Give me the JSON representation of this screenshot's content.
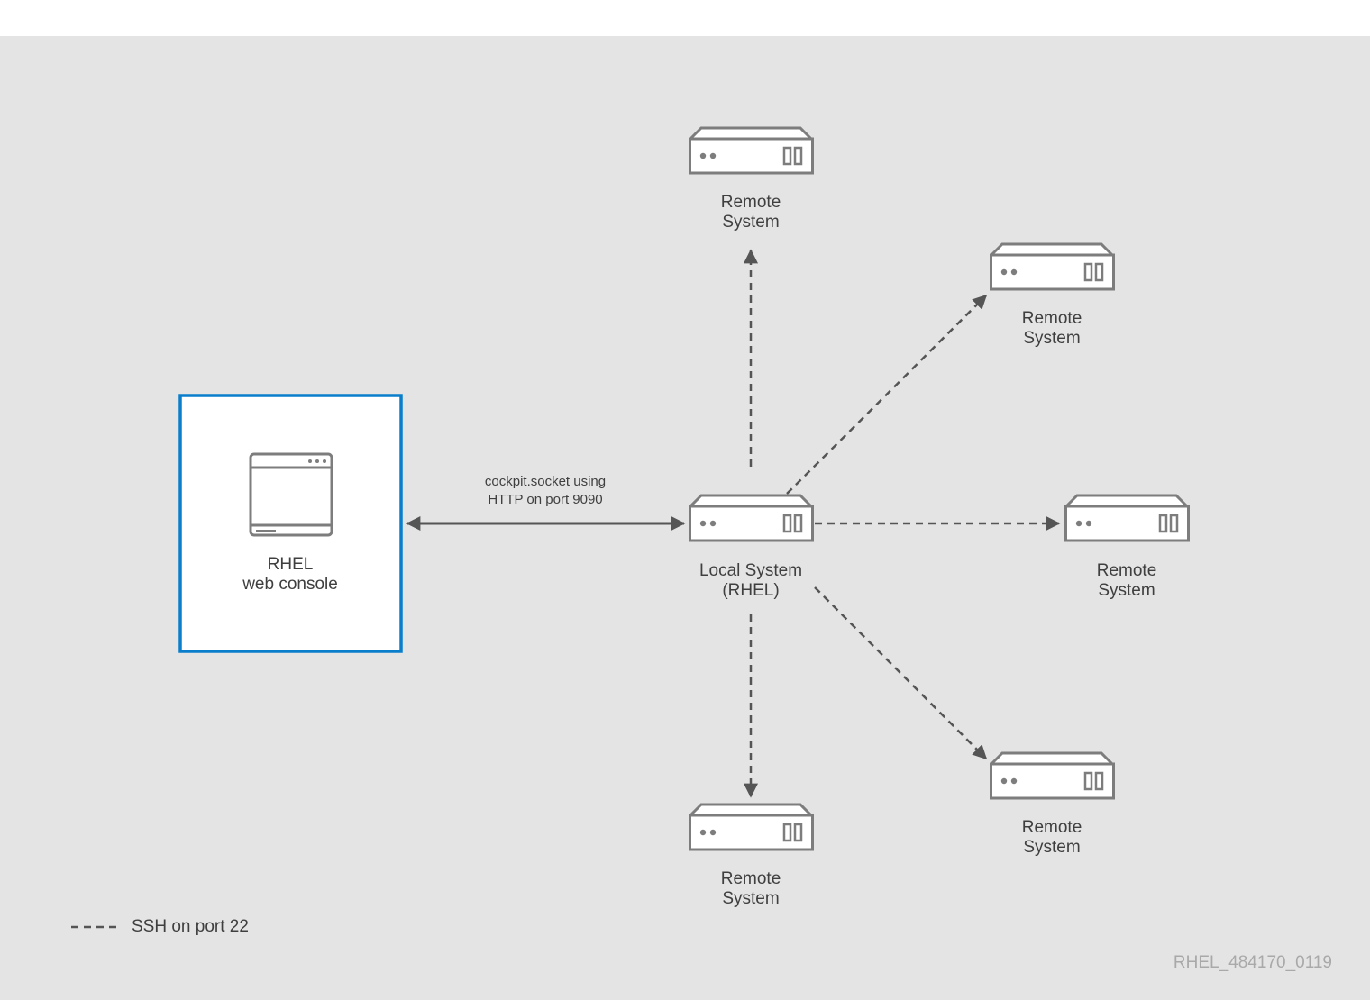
{
  "console": {
    "line1": "RHEL",
    "line2": "web console"
  },
  "connection": {
    "line1": "cockpit.socket using",
    "line2": "HTTP on port 9090"
  },
  "local": {
    "line1": "Local System",
    "line2": "(RHEL)"
  },
  "remotes": [
    {
      "line1": "Remote",
      "line2": "System"
    },
    {
      "line1": "Remote",
      "line2": "System"
    },
    {
      "line1": "Remote",
      "line2": "System"
    },
    {
      "line1": "Remote",
      "line2": "System"
    },
    {
      "line1": "Remote",
      "line2": "System"
    }
  ],
  "legend": {
    "label": "SSH on port 22"
  },
  "figure_id": "RHEL_484170_0119",
  "colors": {
    "background": "#e4e4e4",
    "console_border": "#0a7ecb",
    "line": "#555555",
    "icon": "#7d7d7d"
  },
  "icons": {
    "console": "browser-window-icon",
    "server": "server-icon"
  }
}
